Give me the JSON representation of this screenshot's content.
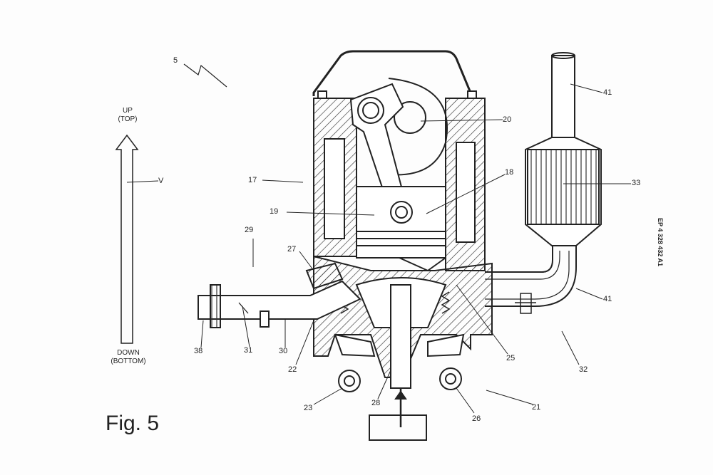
{
  "figure_title": "Fig. 5",
  "publication_number": "EP 4 328 432 A1",
  "direction": {
    "up": "UP",
    "up_sub": "(TOP)",
    "down": "DOWN",
    "down_sub": "(BOTTOM)",
    "axis": "V"
  },
  "labels": {
    "l5": "5",
    "l20": "20",
    "l41a": "41",
    "l18": "18",
    "l17": "17",
    "l33": "33",
    "l19": "19",
    "l29": "29",
    "l27": "27",
    "l41b": "41",
    "l38": "38",
    "l31": "31",
    "l30": "30",
    "l22": "22",
    "l25": "25",
    "l32": "32",
    "l23": "23",
    "l28": "28",
    "l26": "26",
    "l21": "21"
  }
}
